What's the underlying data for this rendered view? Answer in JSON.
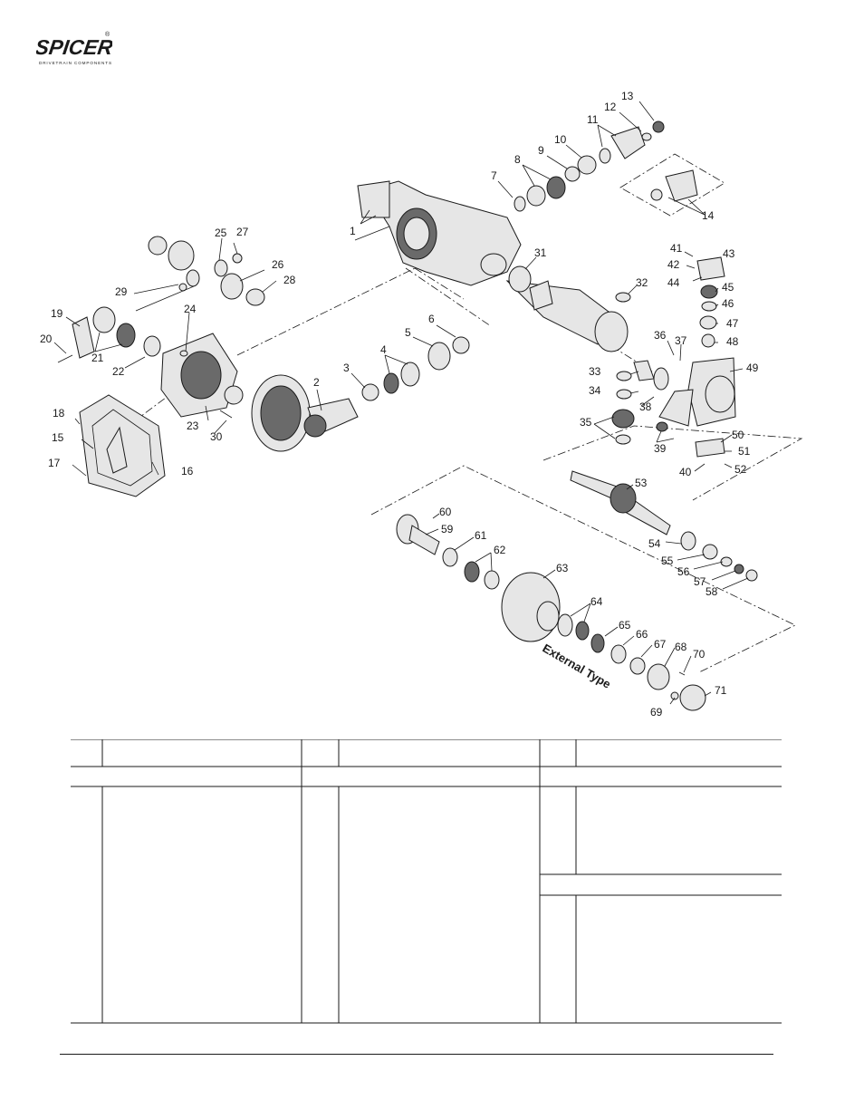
{
  "brand": {
    "name": "SPICER",
    "tagline": "DRIVETRAIN COMPONENTS",
    "registered_mark": "®"
  },
  "diagram": {
    "variant_label": "External Type",
    "callouts": [
      "1",
      "2",
      "3",
      "4",
      "5",
      "6",
      "7",
      "8",
      "9",
      "10",
      "11",
      "12",
      "13",
      "14",
      "15",
      "16",
      "17",
      "18",
      "19",
      "20",
      "21",
      "22",
      "23",
      "24",
      "25",
      "26",
      "27",
      "28",
      "29",
      "30",
      "31",
      "32",
      "33",
      "34",
      "35",
      "36",
      "37",
      "38",
      "39",
      "40",
      "41",
      "42",
      "43",
      "44",
      "45",
      "46",
      "47",
      "48",
      "49",
      "50",
      "51",
      "52",
      "53",
      "54",
      "55",
      "56",
      "57",
      "58",
      "59",
      "60",
      "61",
      "62",
      "63",
      "64",
      "65",
      "66",
      "67",
      "68",
      "69",
      "70",
      "71"
    ]
  },
  "colors": {
    "ink": "#1a1a1a",
    "part_fill": "#e6e6e6",
    "part_shade": "#6a6a6a",
    "paper": "#ffffff"
  }
}
